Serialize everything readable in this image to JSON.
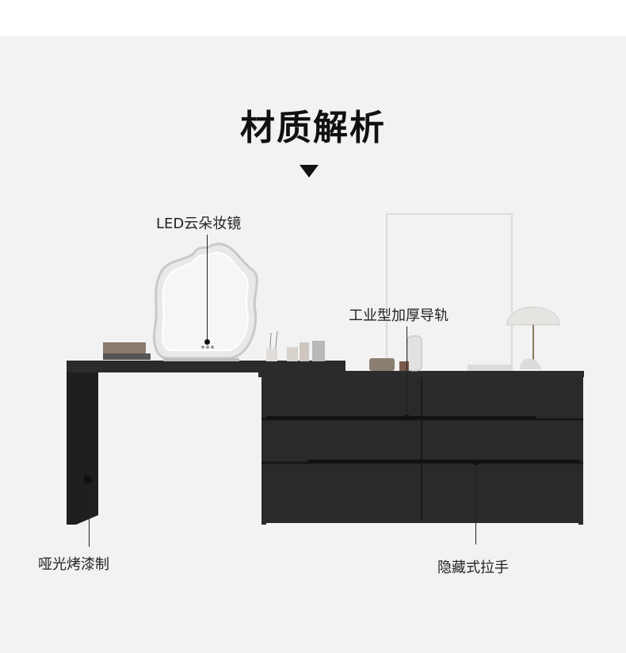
{
  "title": "材质解析",
  "arrow_icon": "triangle-down-icon",
  "callouts": {
    "mirror": "LED云朵妆镜",
    "rail": "工业型加厚导轨",
    "finish": "哑光烤漆制",
    "handle": "隐藏式拉手"
  },
  "colors": {
    "background": "#f2f2f2",
    "furniture": "#2b2b2d",
    "text": "#222222"
  }
}
